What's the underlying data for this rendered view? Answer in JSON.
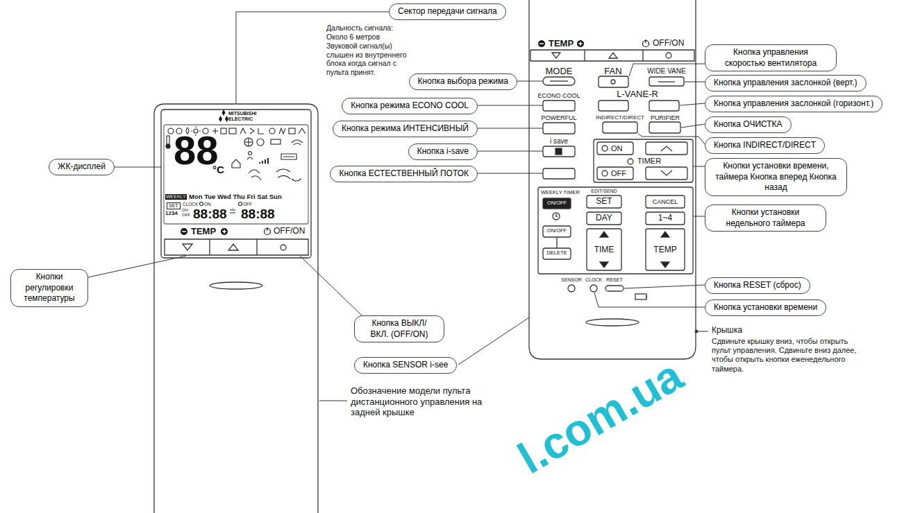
{
  "diagram": {
    "nodes": [
      {
        "text": [
          "Сектор передачи сигнала"
        ]
      },
      {
        "text": [
          "ЖК-дисплей"
        ]
      },
      {
        "text": [
          "Кнопки регулировки температуры"
        ]
      },
      {
        "text": [
          "Кнопка ВЫКЛ/ВКЛ. (OFF/ON)"
        ]
      },
      {
        "text": [
          "Кнопка SENSOR i-see"
        ]
      },
      {
        "text": [
          "Кнопка выбора режима"
        ]
      },
      {
        "text": [
          "Кнопка режима ECONO COOL"
        ]
      },
      {
        "text": [
          "Кнопка режима ИНТЕНСИВНЫЙ"
        ]
      },
      {
        "text": [
          "Кнопка i-save"
        ]
      },
      {
        "text": [
          "Кнопка ЕСТЕСТВЕННЫЙ ПОТОК"
        ]
      },
      {
        "text": [
          "Кнопка управления скоростью вентилятора"
        ]
      },
      {
        "text": [
          "Кнопка управления заслонкой (верт.)"
        ]
      },
      {
        "text": [
          "Кнопка управления заслонкой (горизонт.)"
        ]
      },
      {
        "text": [
          "Кнопка ОЧИСТКА"
        ]
      },
      {
        "text": [
          "Кнопка INDIRECT/DIRECT"
        ]
      },
      {
        "text": [
          "Кнопки установки времени, таймера Кнопка вперед Кнопка назад"
        ]
      },
      {
        "text": [
          "Кнопки установки недельного таймера"
        ]
      },
      {
        "text": [
          "Кнопка RESET (сброс)"
        ]
      },
      {
        "text": [
          "Кнопка установки времени"
        ]
      }
    ],
    "labels": [
      "MITSUBISHI ELECTRIC",
      "88",
      "°C",
      "WEEKLY",
      "Mon Tue Wed Thu Fri Sat Sun",
      "SET",
      "CLOCK",
      "ON",
      "OFF",
      "1234",
      "ON",
      "OFF",
      "88:88",
      "88:88",
      "TEMP",
      "OFF/ON",
      "TEMP",
      "OFF/ON",
      "MODE",
      "FAN",
      "WIDE VANE",
      "ECONO COOL",
      "L-VANE-R",
      "POWERFUL",
      "INDIRECT/DIRECT",
      "PURIFIER",
      "i save",
      "ON",
      "TIMER",
      "OFF",
      "WEEKLY TIMER",
      "ON/OFF",
      "EDIT/SEND",
      "SET",
      "CANCEL",
      "DAY",
      "1~4",
      "ON/OFF",
      "DELETE",
      "TIME",
      "TEMP",
      "SENSOR",
      "CLOCK",
      "RESET",
      "Дальность сигнала: Около 6 метров",
      "Звуковой сигнал(ы) слышен из внутреннего блока когда сигнал с пульта принят.",
      "Обозначение модели пульта дистанционного управления на задней крышке",
      "Крышка",
      "Сдвиньте крышку вниз, чтобы открыть пульт управления. Сдвиньте вниз далее, чтобы открыть кнопки еженедельного таймера.",
      "l.com.ua"
    ]
  }
}
